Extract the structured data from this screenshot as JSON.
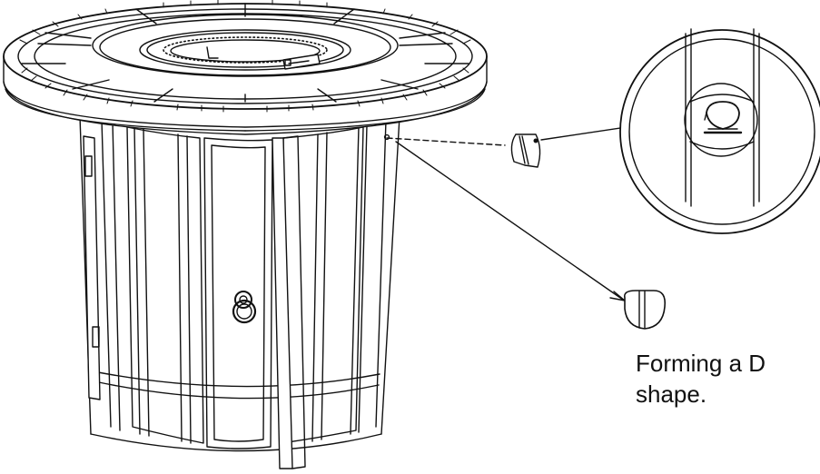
{
  "figure": {
    "caption_line1": "Forming a D",
    "caption_line2": "shape.",
    "colors": {
      "ink": "#111111",
      "paper": "#ffffff"
    },
    "parts": [
      "fire-table",
      "tabletop-ring",
      "burner-pan",
      "cabinet-door",
      "door-ring-handle",
      "control-knob",
      "detail-magnifier",
      "d-shaped-valve-stem"
    ]
  }
}
